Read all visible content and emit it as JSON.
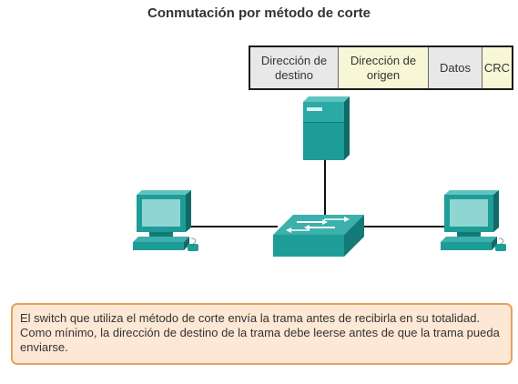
{
  "diagram": {
    "title": "Conmutación por método de corte",
    "frame_fields": [
      {
        "label": "Dirección de destino",
        "color": "#e8e8e8"
      },
      {
        "label": "Dirección de origen",
        "color": "#f7f7d7"
      },
      {
        "label": "Datos",
        "color": "#e8e8e8"
      },
      {
        "label": "CRC",
        "color": "#f7f7d7"
      }
    ],
    "device_color": "#1e9c98",
    "note_text": "El switch que utiliza el método de corte envía la trama antes de recibirla en su totalidad. Como mínimo, la dirección de destino de la trama debe leerse antes de que la trama pueda enviarse."
  }
}
